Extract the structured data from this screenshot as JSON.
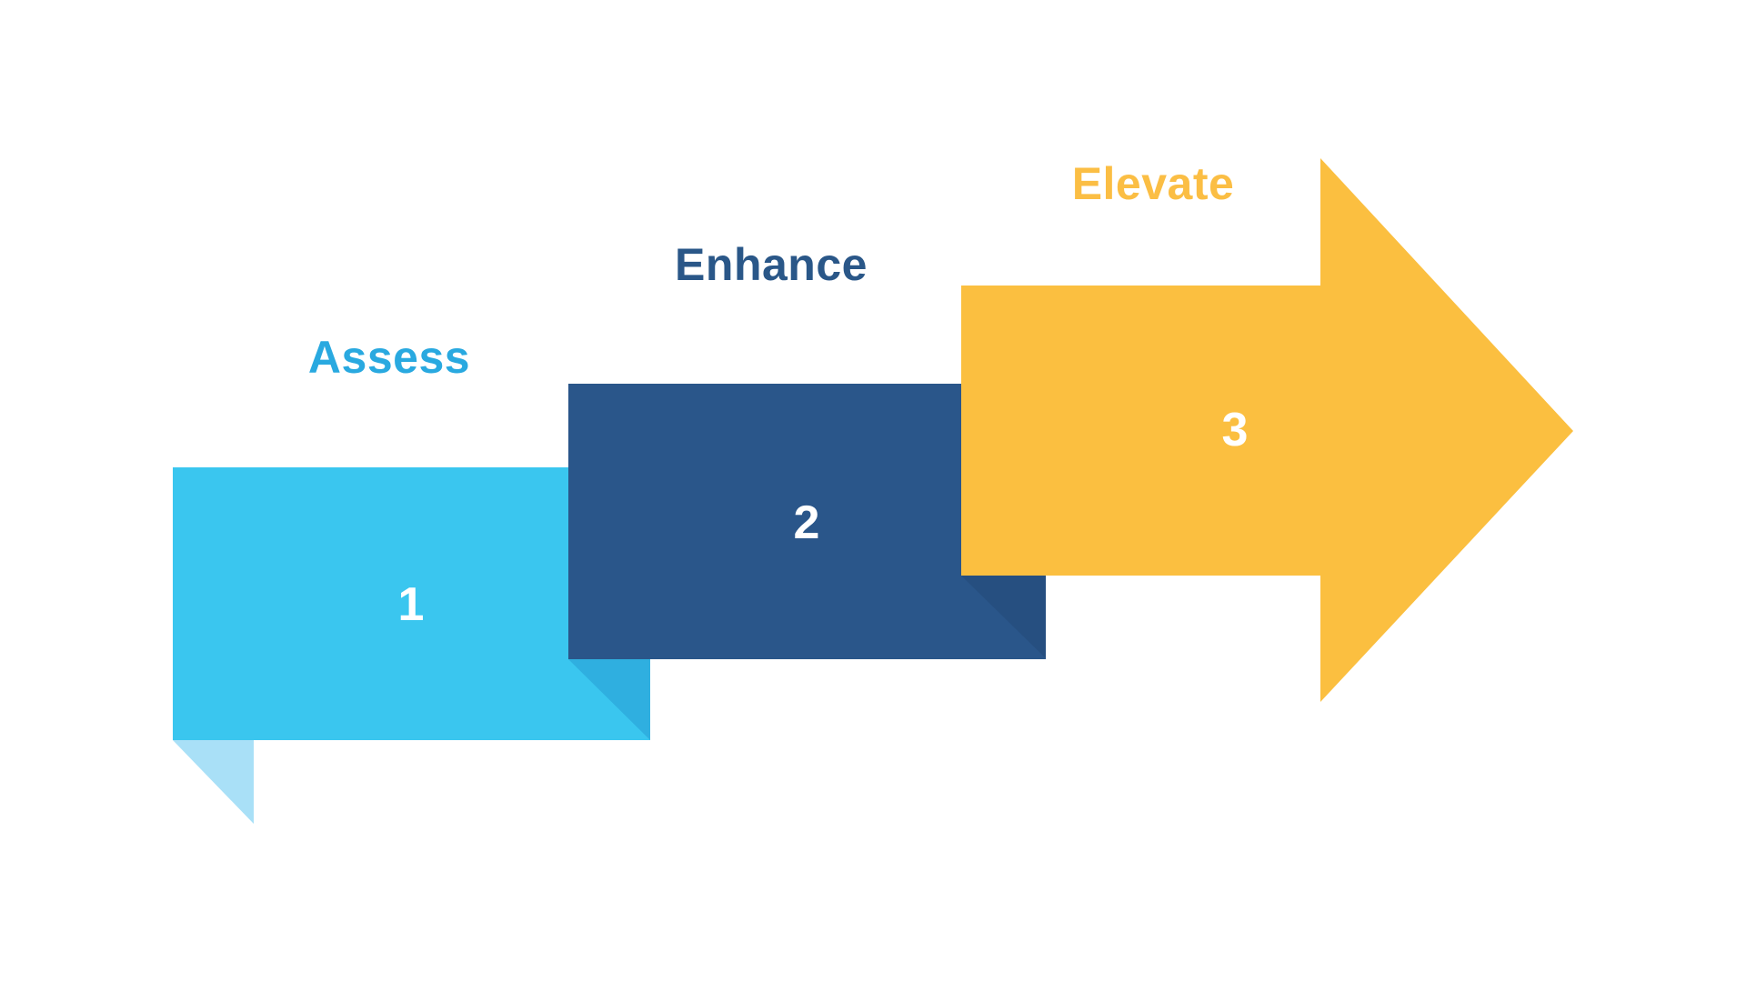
{
  "diagram": {
    "type": "stepped-forward-arrow-process",
    "background_color": "#FFFFFF",
    "number_text_color": "#FFFFFF",
    "steps": [
      {
        "number": "1",
        "label": "Assess",
        "fill_color": "#3AC6EF",
        "shadow_color": "#2FAFE0",
        "fold_color": "#A9E0F7",
        "label_color": "#29A9E0"
      },
      {
        "number": "2",
        "label": "Enhance",
        "fill_color": "#2A568A",
        "shadow_color": "#264F80",
        "label_color": "#2A5788"
      },
      {
        "number": "3",
        "label": "Elevate",
        "fill_color": "#FBBF40",
        "label_color": "#FBBE44"
      }
    ]
  }
}
